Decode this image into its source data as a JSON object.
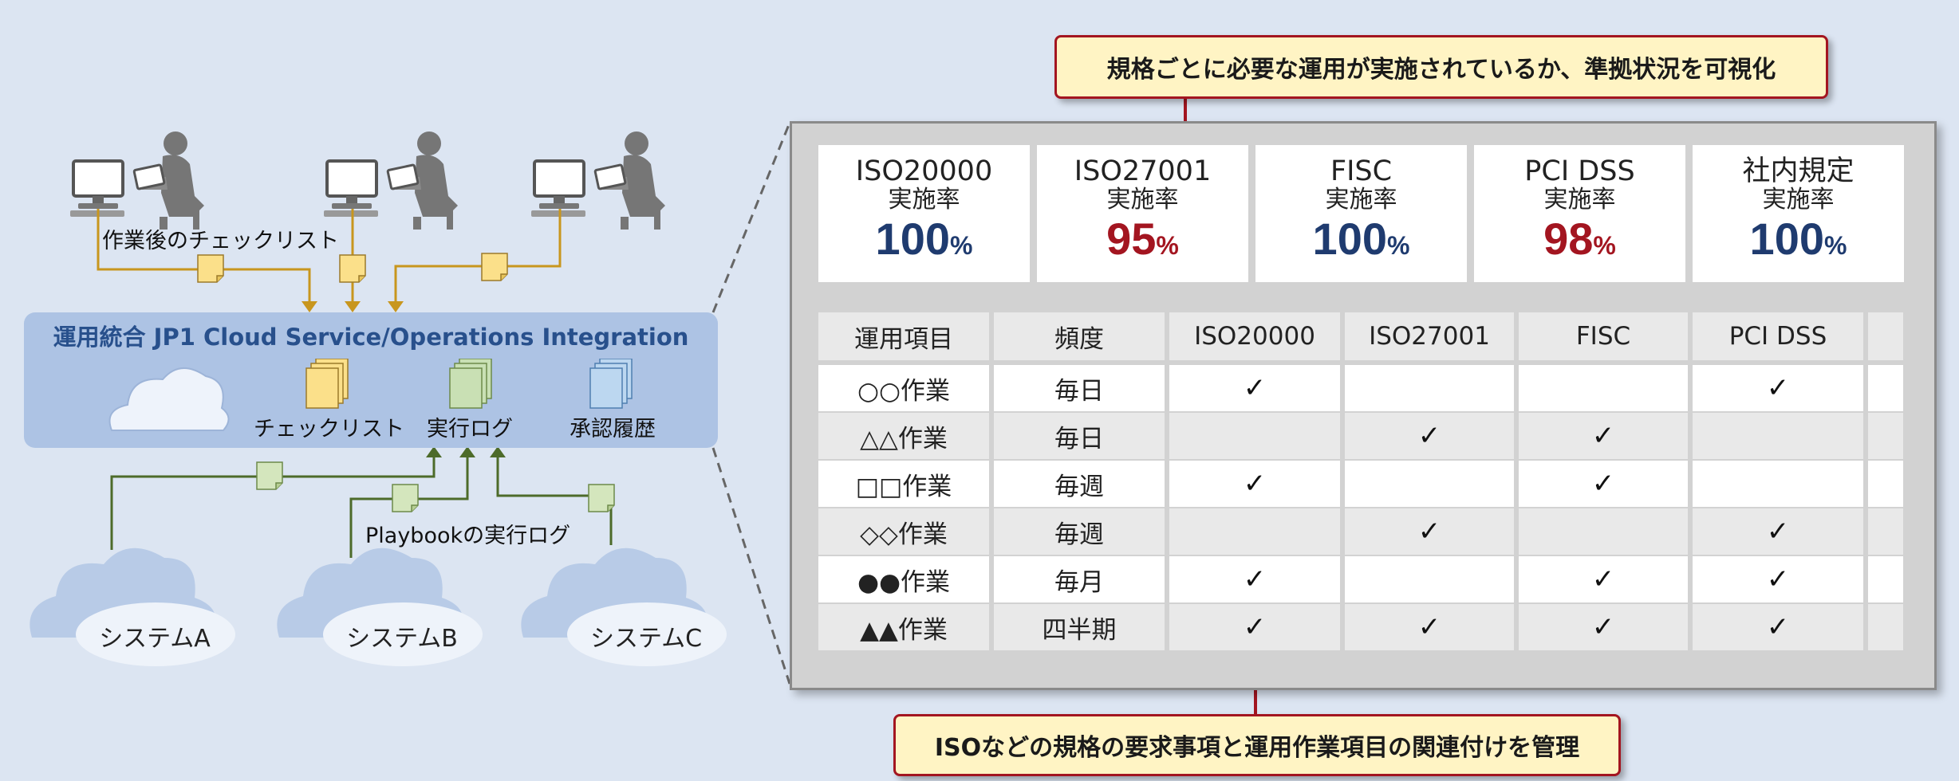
{
  "integration": {
    "title": "運用統合 JP1 Cloud Service/Operations Integration",
    "docs": [
      "チェックリスト",
      "実行ログ",
      "承認履歴"
    ]
  },
  "labels": {
    "checklist_after_work": "作業後のチェックリスト",
    "playbook_log": "Playbookの実行ログ"
  },
  "systems": [
    "システムA",
    "システムB",
    "システムC"
  ],
  "callouts": {
    "top": "規格ごとに必要な運用が実施されているか、準拠状況を可視化",
    "bottom": "ISOなどの規格の要求事項と運用作業項目の関連付けを管理"
  },
  "rates": [
    {
      "name": "ISO20000",
      "sub": "実施率",
      "value": "100",
      "unit": "%",
      "color": "#1f3b6f"
    },
    {
      "name": "ISO27001",
      "sub": "実施率",
      "value": "95",
      "unit": "%",
      "color": "#a31520"
    },
    {
      "name": "FISC",
      "sub": "実施率",
      "value": "100",
      "unit": "%",
      "color": "#1f3b6f"
    },
    {
      "name": "PCI DSS",
      "sub": "実施率",
      "value": "98",
      "unit": "%",
      "color": "#a31520"
    },
    {
      "name": "社内規定",
      "sub": "実施率",
      "value": "100",
      "unit": "%",
      "color": "#1f3b6f"
    }
  ],
  "table": {
    "headers": [
      "運用項目",
      "頻度",
      "ISO20000",
      "ISO27001",
      "FISC",
      "PCI DSS",
      ""
    ],
    "check_mark": "✓",
    "rows": [
      {
        "item": "○○作業",
        "freq": "毎日",
        "checks": [
          true,
          false,
          false,
          true,
          false
        ]
      },
      {
        "item": "△△作業",
        "freq": "毎日",
        "checks": [
          false,
          true,
          true,
          false,
          false
        ]
      },
      {
        "item": "□□作業",
        "freq": "毎週",
        "checks": [
          true,
          false,
          true,
          false,
          false
        ]
      },
      {
        "item": "◇◇作業",
        "freq": "毎週",
        "checks": [
          false,
          true,
          false,
          true,
          false
        ]
      },
      {
        "item": "●●作業",
        "freq": "毎月",
        "checks": [
          true,
          false,
          true,
          true,
          false
        ]
      },
      {
        "item": "▲▲作業",
        "freq": "四半期",
        "checks": [
          true,
          true,
          true,
          true,
          false
        ]
      }
    ]
  },
  "icons": {
    "user": "user-at-computer-icon",
    "cloud": "cloud-icon",
    "document": "document-icon",
    "document_stack": "document-stack-icon"
  },
  "colors": {
    "background": "#dce5f2",
    "integration_box": "#adc3e4",
    "highlight_red": "#a31520",
    "value_blue": "#1f3b6f",
    "checklist_line": "#c8961e",
    "log_line": "#4d6b2a"
  }
}
